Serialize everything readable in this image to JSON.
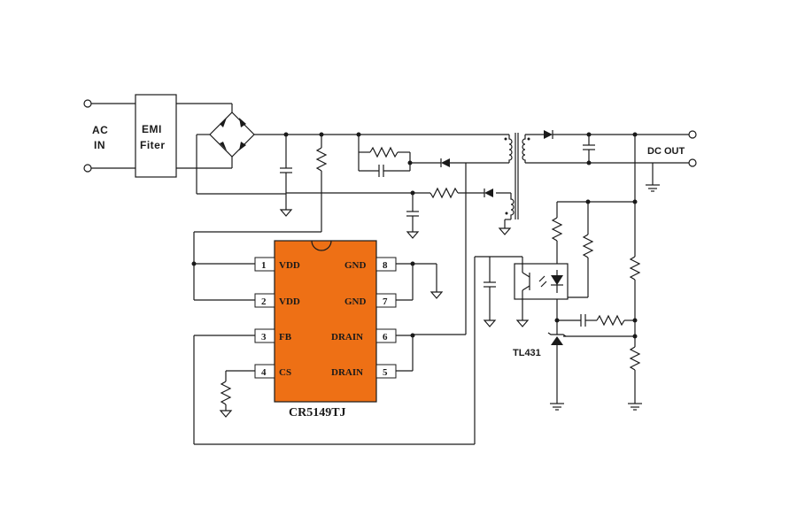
{
  "labels": {
    "ac_line1": "AC",
    "ac_line2": "IN",
    "emi_line1": "EMI",
    "emi_line2": "Fiter",
    "dc_out": "DC OUT",
    "tl431": "TL431",
    "chip_name": "CR5149TJ"
  },
  "chip": {
    "color": "#ee7015",
    "pins_left": [
      {
        "num": "1",
        "name": "VDD"
      },
      {
        "num": "2",
        "name": "VDD"
      },
      {
        "num": "3",
        "name": "FB"
      },
      {
        "num": "4",
        "name": "CS"
      }
    ],
    "pins_right": [
      {
        "num": "8",
        "name": "GND"
      },
      {
        "num": "7",
        "name": "GND"
      },
      {
        "num": "6",
        "name": "DRAIN"
      },
      {
        "num": "5",
        "name": "DRAIN"
      }
    ]
  }
}
